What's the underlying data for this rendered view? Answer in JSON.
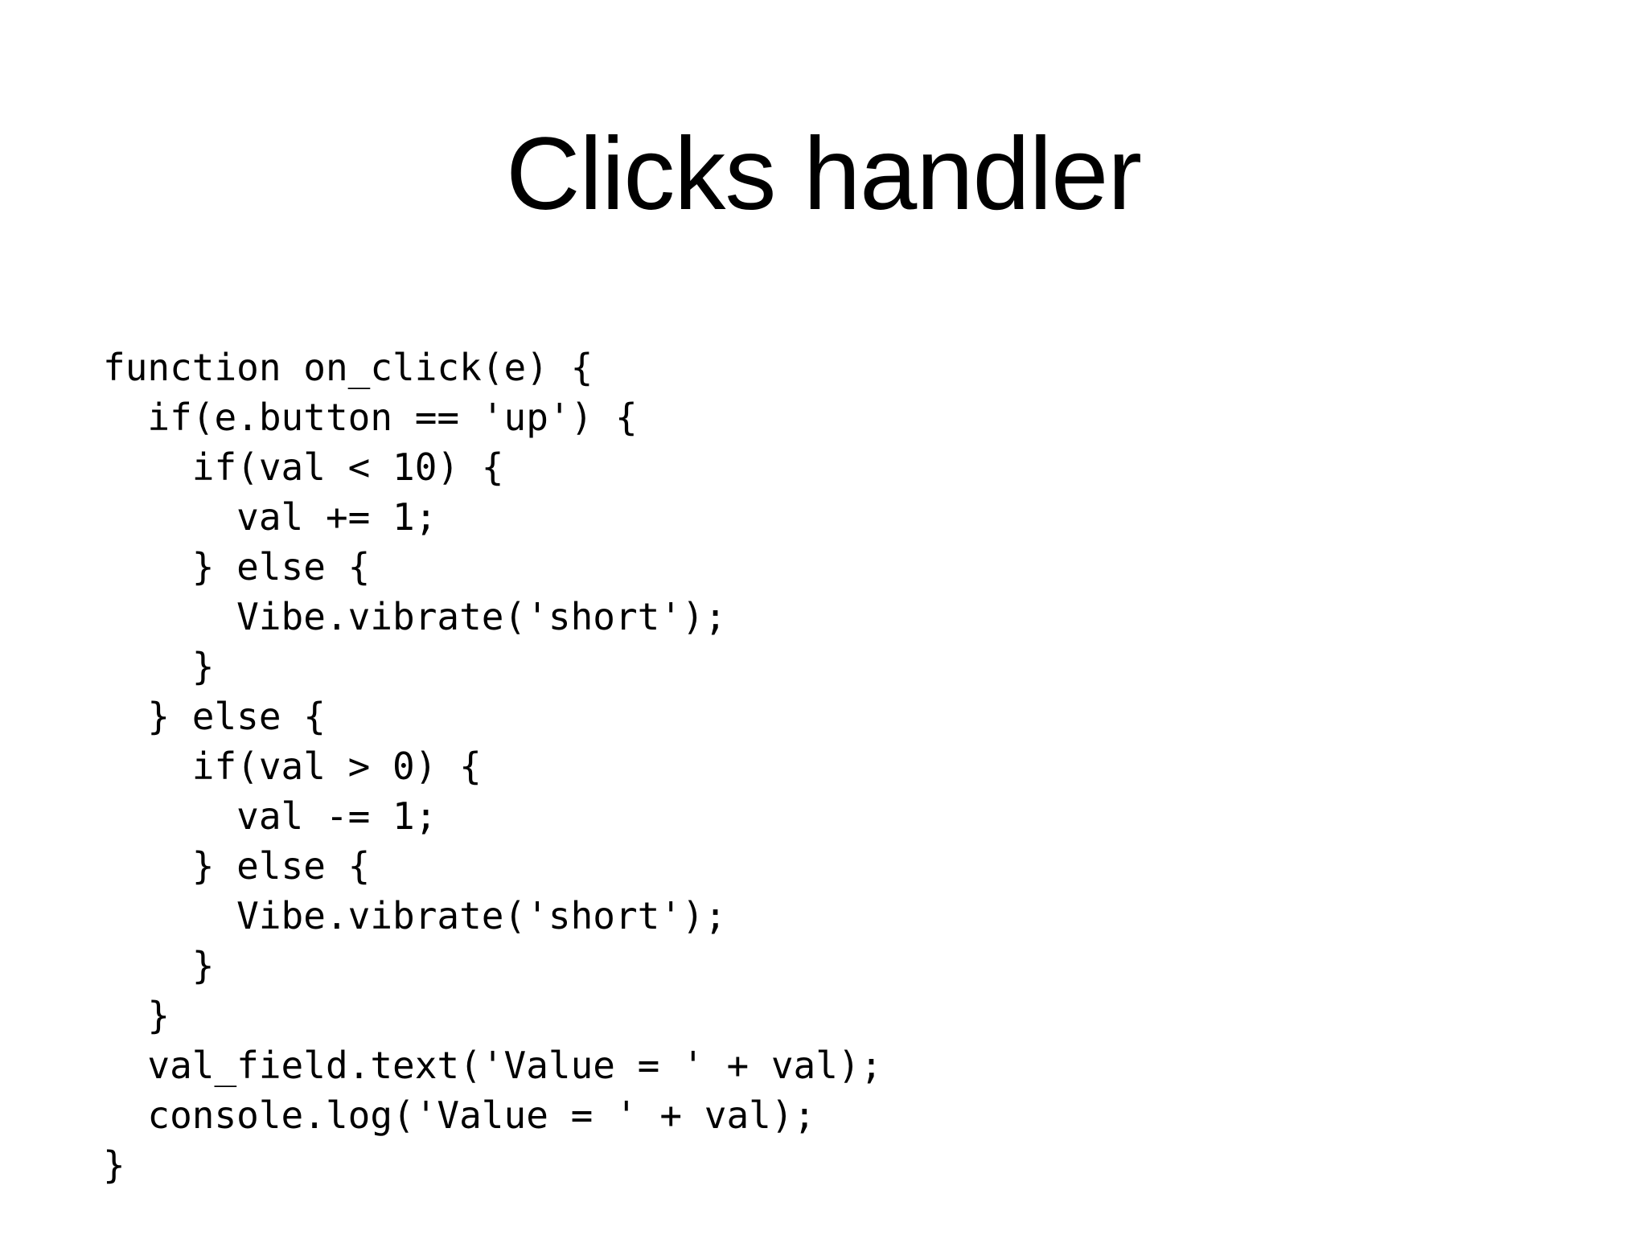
{
  "slide": {
    "title": "Clicks handler",
    "background_color": "#ffffff",
    "text_color": "#000000"
  },
  "code": {
    "language": "javascript",
    "lines": [
      "function on_click(e) {",
      "  if(e.button == 'up') {",
      "    if(val < 10) {",
      "      val += 1;",
      "    } else {",
      "      Vibe.vibrate('short');",
      "    }",
      "  } else {",
      "    if(val > 0) {",
      "      val -= 1;",
      "    } else {",
      "      Vibe.vibrate('short');",
      "    }",
      "  }",
      "  val_field.text('Value = ' + val);",
      "  console.log('Value = ' + val);",
      "}"
    ]
  }
}
